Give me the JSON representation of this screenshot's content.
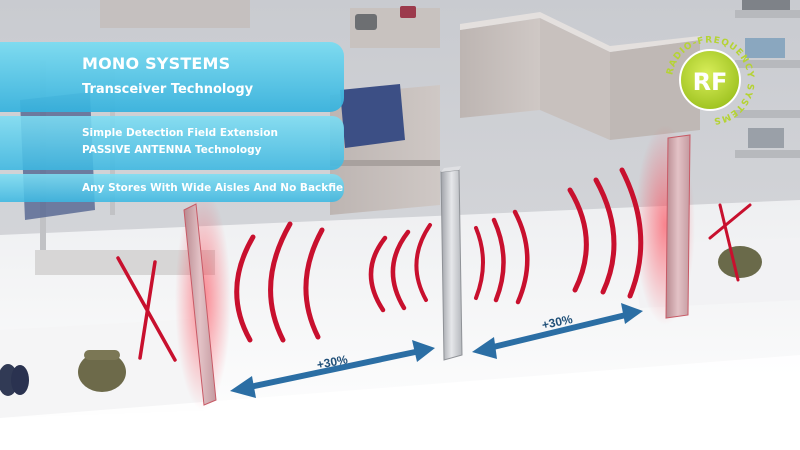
{
  "panel_main": {
    "title": "MONO SYSTEMS",
    "subtitle": "Transceiver  Technology"
  },
  "panel_features": {
    "line1": "Simple Detection Field Extension",
    "line2": "PASSIVE ANTENNA Technology"
  },
  "panel_usage": {
    "line1": "Any Stores With Wide Aisles And No Backfield"
  },
  "badge": {
    "label": "RF",
    "ring_text": "RADIO-FREQUENCY SYSTEMS"
  },
  "arrows": {
    "left_label": "+30%",
    "right_label": "+30%"
  },
  "colors": {
    "panel_blue": "#3fb8e0",
    "badge_green": "#b5d334",
    "wave_red": "#c8102e",
    "arrow_blue": "#2b6ea4"
  }
}
